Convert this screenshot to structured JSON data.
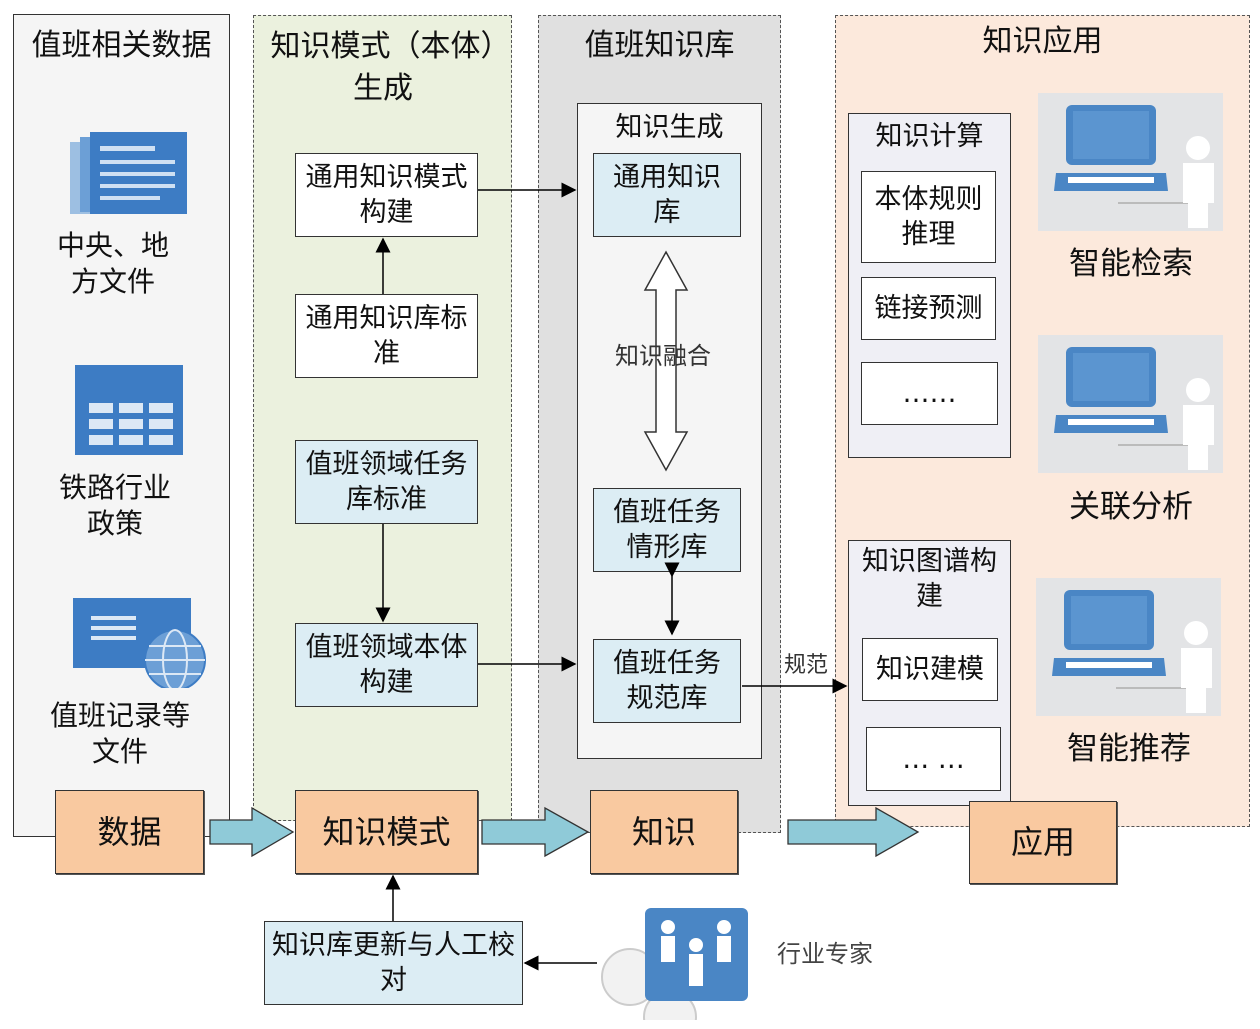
{
  "data_panel": {
    "title": "值班相关数据",
    "items": [
      {
        "label": "中央、地方文件",
        "icon": "document-icon"
      },
      {
        "label": "铁路行业政策",
        "icon": "spreadsheet-icon"
      },
      {
        "label": "值班记录等文件",
        "icon": "web-document-icon"
      }
    ]
  },
  "model_panel": {
    "title": "知识模式（本体）生成",
    "boxes": [
      "通用知识模式构建",
      "通用知识库标准",
      "值班领域任务库标准",
      "值班领域本体构建"
    ]
  },
  "kb_panel": {
    "title": "值班知识库",
    "inner_title": "知识生成",
    "boxes": [
      "通用知识库",
      "值班任务情形库",
      "值班任务规范库"
    ],
    "fusion_label": "知识融合"
  },
  "app_panel": {
    "title": "知识应用",
    "compute": {
      "title": "知识计算",
      "items": [
        "本体规则推理",
        "链接预测",
        "……"
      ]
    },
    "graph": {
      "title": "知识图谱构建",
      "items": [
        "知识建模",
        "… …"
      ]
    },
    "apps": [
      "智能检索",
      "关联分析",
      "智能推荐"
    ],
    "norm_label": "规范"
  },
  "flow": [
    "数据",
    "知识模式",
    "知识",
    "应用"
  ],
  "update_box": "知识库更新与人工校对",
  "expert_label": "行业专家",
  "colors": {
    "stage": "#f9c9a0",
    "light_blue": "#dcedf4",
    "arrow": "#8fcad8",
    "icon_blue": "#4a86c5"
  }
}
